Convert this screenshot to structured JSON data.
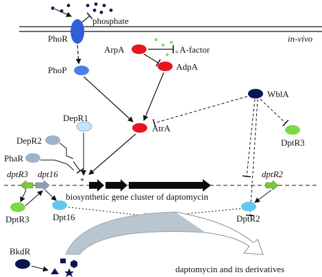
{
  "labels": {
    "phosphate": "phosphate",
    "phor": "PhoR",
    "in_vivo": "in-vivo",
    "phop": "PhoP",
    "arpa": "ArpA",
    "a_factor": "A-factor",
    "adpa": "AdpA",
    "wbla": "WblA",
    "depr1": "DepR1",
    "depr2": "DepR2",
    "phar": "PhaR",
    "atra": "AtrA",
    "dptr3_right": "DptR3",
    "dptr3_gene": "dptR3",
    "dpt16_gene": "dpt16",
    "dptr2_gene": "dptR2",
    "cluster": "biosynthetic gene cluster of daptomycin",
    "dptr3_left": "DptR3",
    "dpt16": "Dpt16",
    "dptr2": "DptR2",
    "bkdr": "BkdR",
    "product": "daptomycin and its derivatives",
    "star_mark": "*"
  },
  "colors": {
    "phor": "#2e5fd6",
    "phop": "#4a80e8",
    "red_node": "#e8141e",
    "a_factor_dot": "#8fcf7a",
    "wbla": "#0a1450",
    "bkdr": "#0a1450",
    "dptr3": "#7ed84a",
    "depr1": "#c6e2f8",
    "gray_node": "#9fb3cc",
    "cyan_node": "#63c8f0",
    "gene_green": "#7cc83a",
    "gene_gray": "#8fa0b5",
    "cluster_arrow": "#0a0a0a",
    "product_arrow": "#b9c6cf"
  }
}
